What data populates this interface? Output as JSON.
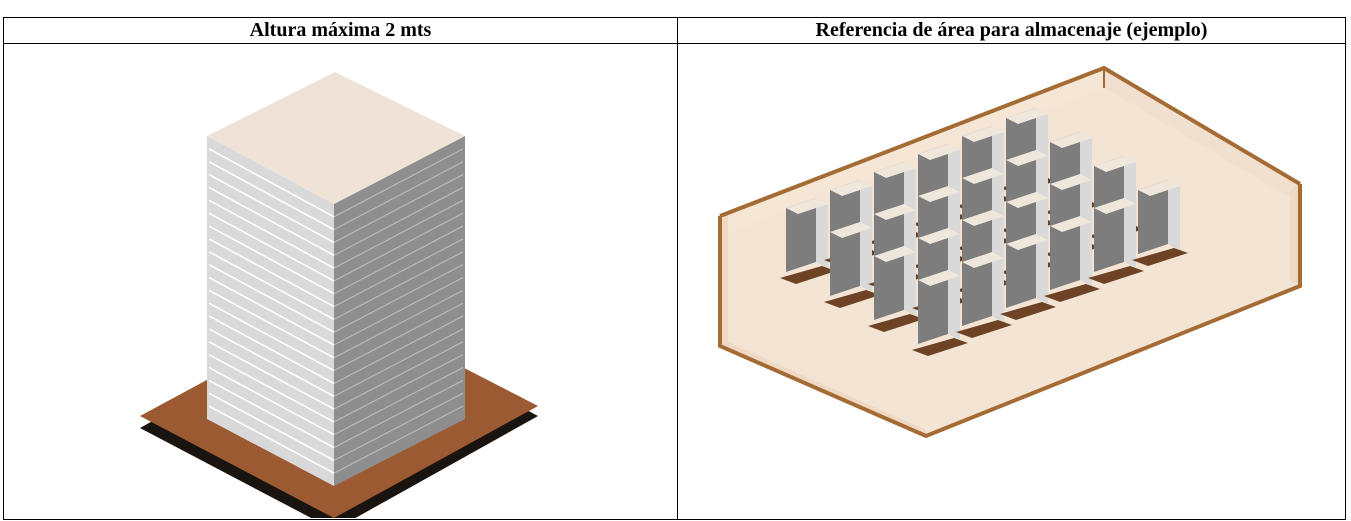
{
  "table": {
    "headers": [
      "Altura máxima 2 mts",
      "Referencia de área para almacenaje (ejemplo)"
    ]
  },
  "figures": {
    "left": {
      "name": "stacked-boxes-on-pallet-illustration"
    },
    "right": {
      "name": "storage-room-layout-illustration",
      "rows": 4,
      "columns": 6
    }
  },
  "colors": {
    "pallet_top": "#9b5a32",
    "pallet_side": "#1a1410",
    "box_top": "#efe3d7",
    "box_front": "#d8d8d8",
    "box_side": "#8f8f8f",
    "room_floor": "#f3e4d4",
    "room_wall": "#f5e6d6",
    "room_edge": "#a56b35"
  }
}
